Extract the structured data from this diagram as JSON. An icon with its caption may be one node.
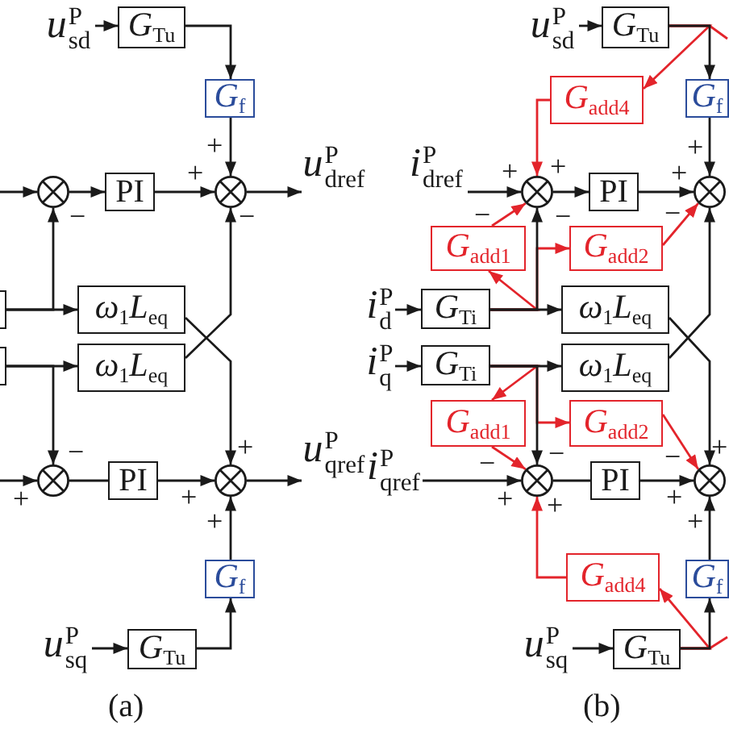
{
  "diagram": {
    "nodes": [
      {
        "text": [
          "*u*$^{P}$$_{sd}$"
        ]
      },
      {
        "text": [
          "*G*$_{Tu}$"
        ]
      },
      {
        "text": [
          "*G*$_{f}$"
        ]
      },
      {
        "text": [],
        "shape": "circle"
      },
      {
        "text": [
          "PI"
        ]
      },
      {
        "text": [],
        "shape": "circle"
      },
      {
        "text": [
          "*u*$^{P}$$_{dref}$"
        ]
      },
      {
        "text": [],
        "shape": "box"
      },
      {
        "text": [
          "*ω*$_{1}$*L*$_{eq}$"
        ]
      },
      {
        "text": [],
        "shape": "box"
      },
      {
        "text": [
          "*ω*$_{1}$*L*$_{eq}$"
        ]
      },
      {
        "text": [],
        "shape": "circle"
      },
      {
        "text": [
          "PI"
        ]
      },
      {
        "text": [],
        "shape": "circle"
      },
      {
        "text": [
          "*u*$^{P}$$_{qref}$"
        ]
      },
      {
        "text": [
          "*G*$_{f}$"
        ]
      },
      {
        "text": [
          "*u*$^{P}$$_{sq}$"
        ]
      },
      {
        "text": [
          "*G*$_{Tu}$"
        ]
      },
      {
        "text": [
          "*u*$^{P}$$_{sd}$"
        ]
      },
      {
        "text": [
          "*G*$_{Tu}$"
        ]
      },
      {
        "text": [
          "*G*$_{add4}$"
        ]
      },
      {
        "text": [
          "*G*$_{f}$"
        ]
      },
      {
        "text": [
          "*i*$^{P}$$_{dref}$"
        ]
      },
      {
        "text": [],
        "shape": "circle"
      },
      {
        "text": [
          "PI"
        ]
      },
      {
        "text": [],
        "shape": "circle"
      },
      {
        "text": [
          "*G*$_{add1}$"
        ]
      },
      {
        "text": [
          "*G*$_{add2}$"
        ]
      },
      {
        "text": [
          "*i*$^{P}$$_{d}$"
        ]
      },
      {
        "text": [
          "*G*$_{Ti}$"
        ]
      },
      {
        "text": [
          "*ω*$_{1}$*L*$_{eq}$"
        ]
      },
      {
        "text": [
          "*i*$^{P}$$_{q}$"
        ]
      },
      {
        "text": [
          "*G*$_{Ti}$"
        ]
      },
      {
        "text": [
          "*ω*$_{1}$*L*$_{eq}$"
        ]
      },
      {
        "text": [
          "*G*$_{add1}$"
        ]
      },
      {
        "text": [
          "*G*$_{add2}$"
        ]
      },
      {
        "text": [
          "*i*$^{P}$$_{qref}$"
        ]
      },
      {
        "text": [],
        "shape": "circle"
      },
      {
        "text": [
          "PI"
        ]
      },
      {
        "text": [],
        "shape": "circle"
      },
      {
        "text": [
          "*G*$_{add4}$"
        ]
      },
      {
        "text": [
          "*G*$_{f}$"
        ]
      },
      {
        "text": [
          "*u*$^{P}$$_{sq}$"
        ]
      },
      {
        "text": [
          "*G*$_{Tu}$"
        ]
      }
    ],
    "edges": [
      {
        "from": 0,
        "to": 1,
        "arrow": "to"
      },
      {
        "from": 1,
        "to": 2,
        "arrow": "to"
      },
      {
        "from": 2,
        "to": 5,
        "arrow": "to"
      },
      {
        "from": null,
        "to": 3,
        "arrow": "to"
      },
      {
        "from": 3,
        "to": 4,
        "arrow": "to"
      },
      {
        "from": 4,
        "to": 5,
        "arrow": "to"
      },
      {
        "from": 5,
        "to": 6,
        "arrow": "to"
      },
      {
        "from": 7,
        "to": 8,
        "arrow": "to"
      },
      {
        "from": 7,
        "to": 3,
        "arrow": "to"
      },
      {
        "from": 9,
        "to": 10,
        "arrow": "to"
      },
      {
        "from": 9,
        "to": 11,
        "arrow": "to"
      },
      {
        "from": 8,
        "to": 13,
        "arrow": "to"
      },
      {
        "from": 10,
        "to": 5,
        "arrow": "to"
      },
      {
        "from": null,
        "to": 11,
        "arrow": "to"
      },
      {
        "from": 11,
        "to": 12,
        "arrow": "none"
      },
      {
        "from": 12,
        "to": 13,
        "arrow": "to"
      },
      {
        "from": 13,
        "to": 14,
        "arrow": "to"
      },
      {
        "from": 15,
        "to": 13,
        "arrow": "to"
      },
      {
        "from": 16,
        "to": 17,
        "arrow": "to"
      },
      {
        "from": 17,
        "to": 15,
        "arrow": "to"
      },
      {
        "from": 18,
        "to": 19,
        "arrow": "to"
      },
      {
        "from": 19,
        "to": 21,
        "arrow": "to"
      },
      {
        "from": 19,
        "to": 20,
        "arrow": "to",
        "color": "#e3242b"
      },
      {
        "from": 19,
        "to": null,
        "arrow": "none",
        "color": "#e3242b"
      },
      {
        "from": 20,
        "to": 23,
        "arrow": "to",
        "color": "#e3242b"
      },
      {
        "from": 21,
        "to": 25,
        "arrow": "to"
      },
      {
        "from": 22,
        "to": 23,
        "arrow": "to"
      },
      {
        "from": 23,
        "to": 24,
        "arrow": "to"
      },
      {
        "from": 24,
        "to": 25,
        "arrow": "to"
      },
      {
        "from": 26,
        "to": 23,
        "arrow": "to",
        "color": "#e3242b"
      },
      {
        "from": 29,
        "to": 27,
        "arrow": "to",
        "color": "#e3242b"
      },
      {
        "from": 27,
        "to": 25,
        "arrow": "to",
        "color": "#e3242b"
      },
      {
        "from": 28,
        "to": 29,
        "arrow": "to"
      },
      {
        "from": 29,
        "to": 30,
        "arrow": "to"
      },
      {
        "from": 29,
        "to": 23,
        "arrow": "to"
      },
      {
        "from": 29,
        "to": 26,
        "arrow": "to",
        "color": "#e3242b"
      },
      {
        "from": 31,
        "to": 32,
        "arrow": "to"
      },
      {
        "from": 32,
        "to": 33,
        "arrow": "to"
      },
      {
        "from": 32,
        "to": 37,
        "arrow": "to"
      },
      {
        "from": 32,
        "to": 34,
        "arrow": "to",
        "color": "#e3242b"
      },
      {
        "from": 32,
        "to": 35,
        "arrow": "to",
        "color": "#e3242b"
      },
      {
        "from": 34,
        "to": 37,
        "arrow": "to",
        "color": "#e3242b"
      },
      {
        "from": 35,
        "to": 39,
        "arrow": "to",
        "color": "#e3242b"
      },
      {
        "from": 30,
        "to": 39,
        "arrow": "to"
      },
      {
        "from": 33,
        "to": 25,
        "arrow": "to"
      },
      {
        "from": 36,
        "to": 37,
        "arrow": "to"
      },
      {
        "from": 37,
        "to": 38,
        "arrow": "none"
      },
      {
        "from": 38,
        "to": 39,
        "arrow": "to"
      },
      {
        "from": 40,
        "to": 37,
        "arrow": "to",
        "color": "#e3242b"
      },
      {
        "from": 41,
        "to": 39,
        "arrow": "to"
      },
      {
        "from": 43,
        "to": 40,
        "arrow": "to",
        "color": "#e3242b"
      },
      {
        "from": 42,
        "to": 43,
        "arrow": "to"
      },
      {
        "from": 43,
        "to": 41,
        "arrow": "to"
      },
      {
        "from": 43,
        "to": null,
        "arrow": "none",
        "color": "#e3242b"
      }
    ],
    "labels": [
      "+",
      "+",
      "−",
      "−",
      "−",
      "+",
      "+",
      "+",
      "+",
      "(a)",
      "+",
      "+",
      "+",
      "+",
      "−",
      "−",
      "−",
      "−",
      "−",
      "−",
      "+",
      "+",
      "+",
      "+",
      "+",
      "(b)"
    ]
  }
}
